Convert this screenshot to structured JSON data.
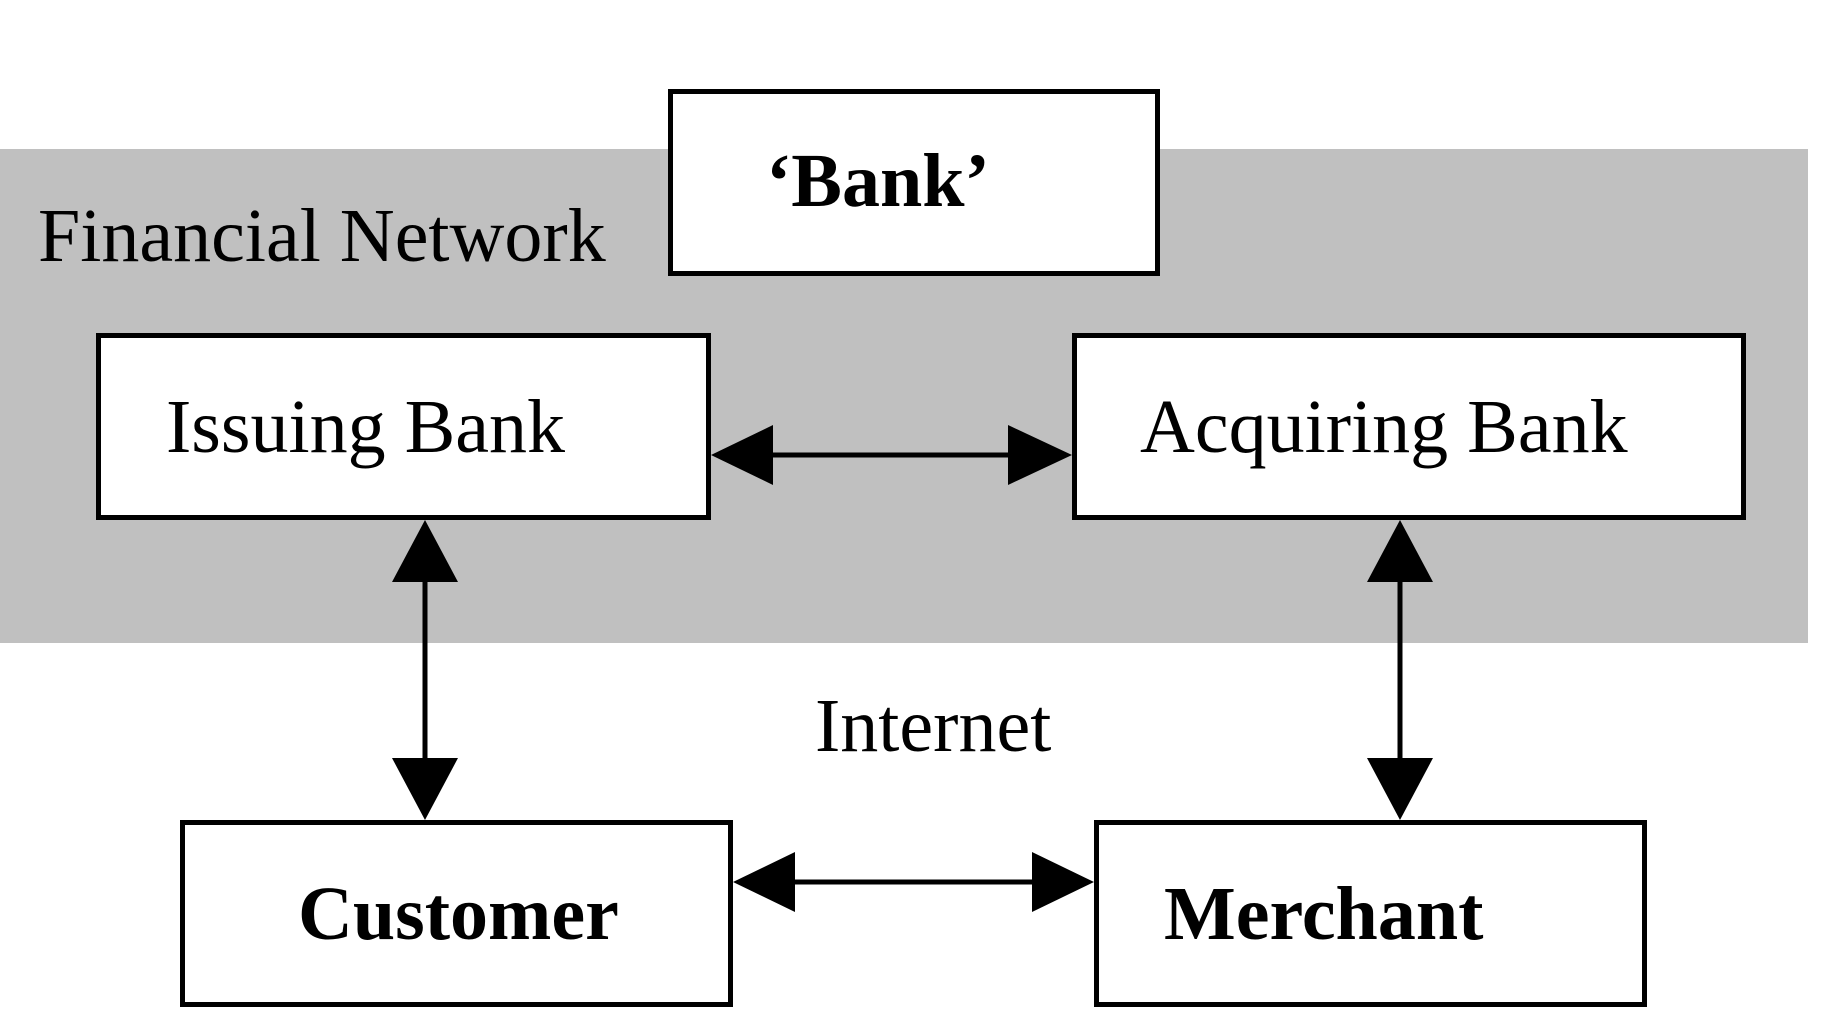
{
  "diagram": {
    "region_label": "Financial Network",
    "internet_label": "Internet",
    "nodes": {
      "bank": "‘Bank’",
      "issuing_bank": "Issuing Bank",
      "acquiring_bank": "Acquiring Bank",
      "customer": "Customer",
      "merchant": "Merchant"
    },
    "edges": [
      {
        "from": "issuing_bank",
        "to": "acquiring_bank",
        "direction": "bidirectional"
      },
      {
        "from": "issuing_bank",
        "to": "customer",
        "direction": "bidirectional"
      },
      {
        "from": "acquiring_bank",
        "to": "merchant",
        "direction": "bidirectional"
      },
      {
        "from": "customer",
        "to": "merchant",
        "direction": "bidirectional"
      }
    ],
    "colors": {
      "network_band": "#c0c0c0",
      "box_fill": "#ffffff",
      "stroke": "#000000"
    }
  }
}
